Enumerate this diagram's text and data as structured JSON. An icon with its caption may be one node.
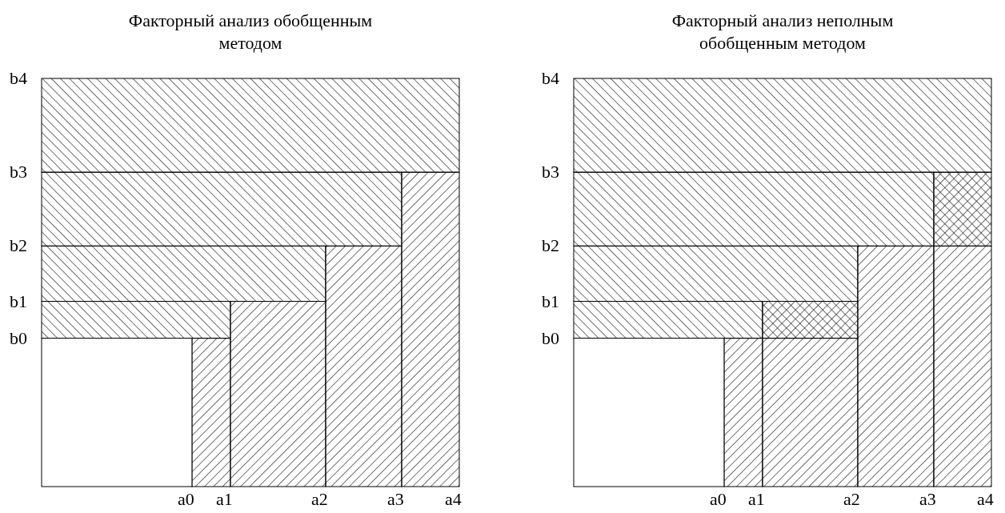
{
  "diagram": {
    "nodes": [
      {
        "text": [
          "Факторный анализ обобщенным методом"
        ]
      },
      {
        "text": [
          "Факторный анализ неполным обобщенным методом"
        ]
      }
    ],
    "labels": [
      "b4",
      "b3",
      "b2",
      "b1",
      "b0",
      "a0",
      "a1",
      "a2",
      "a3",
      "a4",
      "b4",
      "b3",
      "b2",
      "b1",
      "b0",
      "a0",
      "a1",
      "a2",
      "a3",
      "a4"
    ]
  }
}
